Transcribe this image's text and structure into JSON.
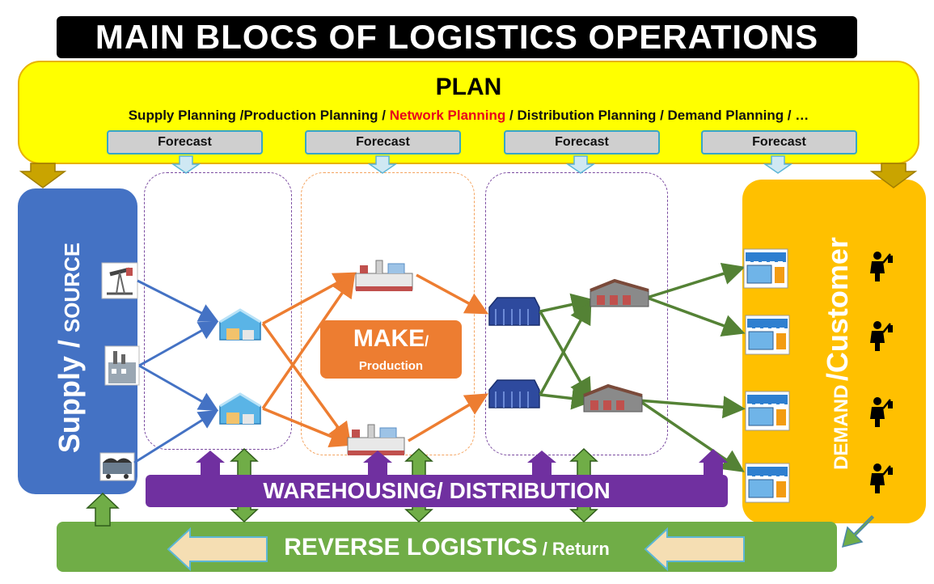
{
  "title": "MAIN BLOCS OF LOGISTICS  OPERATIONS",
  "plan": {
    "title": "PLAN",
    "items_before": "Supply Planning /Production  Planning / ",
    "items_highlight": "Network Planning",
    "items_after": " / Distribution Planning  / Demand Planning / …",
    "highlight_color": "#e8001c"
  },
  "forecasts": [
    "Forecast",
    "Forecast",
    "Forecast",
    "Forecast"
  ],
  "supply": {
    "main": "Supply  /",
    "sub": "SOURCE"
  },
  "make": {
    "title": "MAKE",
    "slash": "/",
    "sub": "Production"
  },
  "demand": {
    "main": "/Customer",
    "sub": "DEMAND"
  },
  "warehousing": "WAREHOUSING/ DISTRIBUTION",
  "reverse": {
    "main": "REVERSE LOGISTICS",
    "sub": " / Return"
  },
  "colors": {
    "supply": "#4472c4",
    "make": "#ed7d31",
    "demand": "#ffc000",
    "warehousing": "#7030a0",
    "reverse": "#70ad47",
    "plan": "#ffff00",
    "flow_blue": "#4472c4",
    "flow_orange": "#ed7d31",
    "flow_green": "#548235"
  },
  "icons": {
    "sources": [
      "oil-pump-icon",
      "factory-plant-icon",
      "coal-wagon-icon"
    ],
    "warehouses": [
      "warehouse-icon",
      "warehouse-icon"
    ],
    "factories": [
      "factory-icon",
      "factory-icon"
    ],
    "distribution_centers": [
      "distribution-center-icon",
      "distribution-center-icon"
    ],
    "cross_docks": [
      "cross-dock-icon",
      "cross-dock-icon"
    ],
    "stores": [
      "store-icon",
      "store-icon",
      "store-icon",
      "store-icon"
    ],
    "customers": [
      "shopper-icon",
      "shopper-icon",
      "shopper-icon",
      "shopper-icon"
    ]
  }
}
